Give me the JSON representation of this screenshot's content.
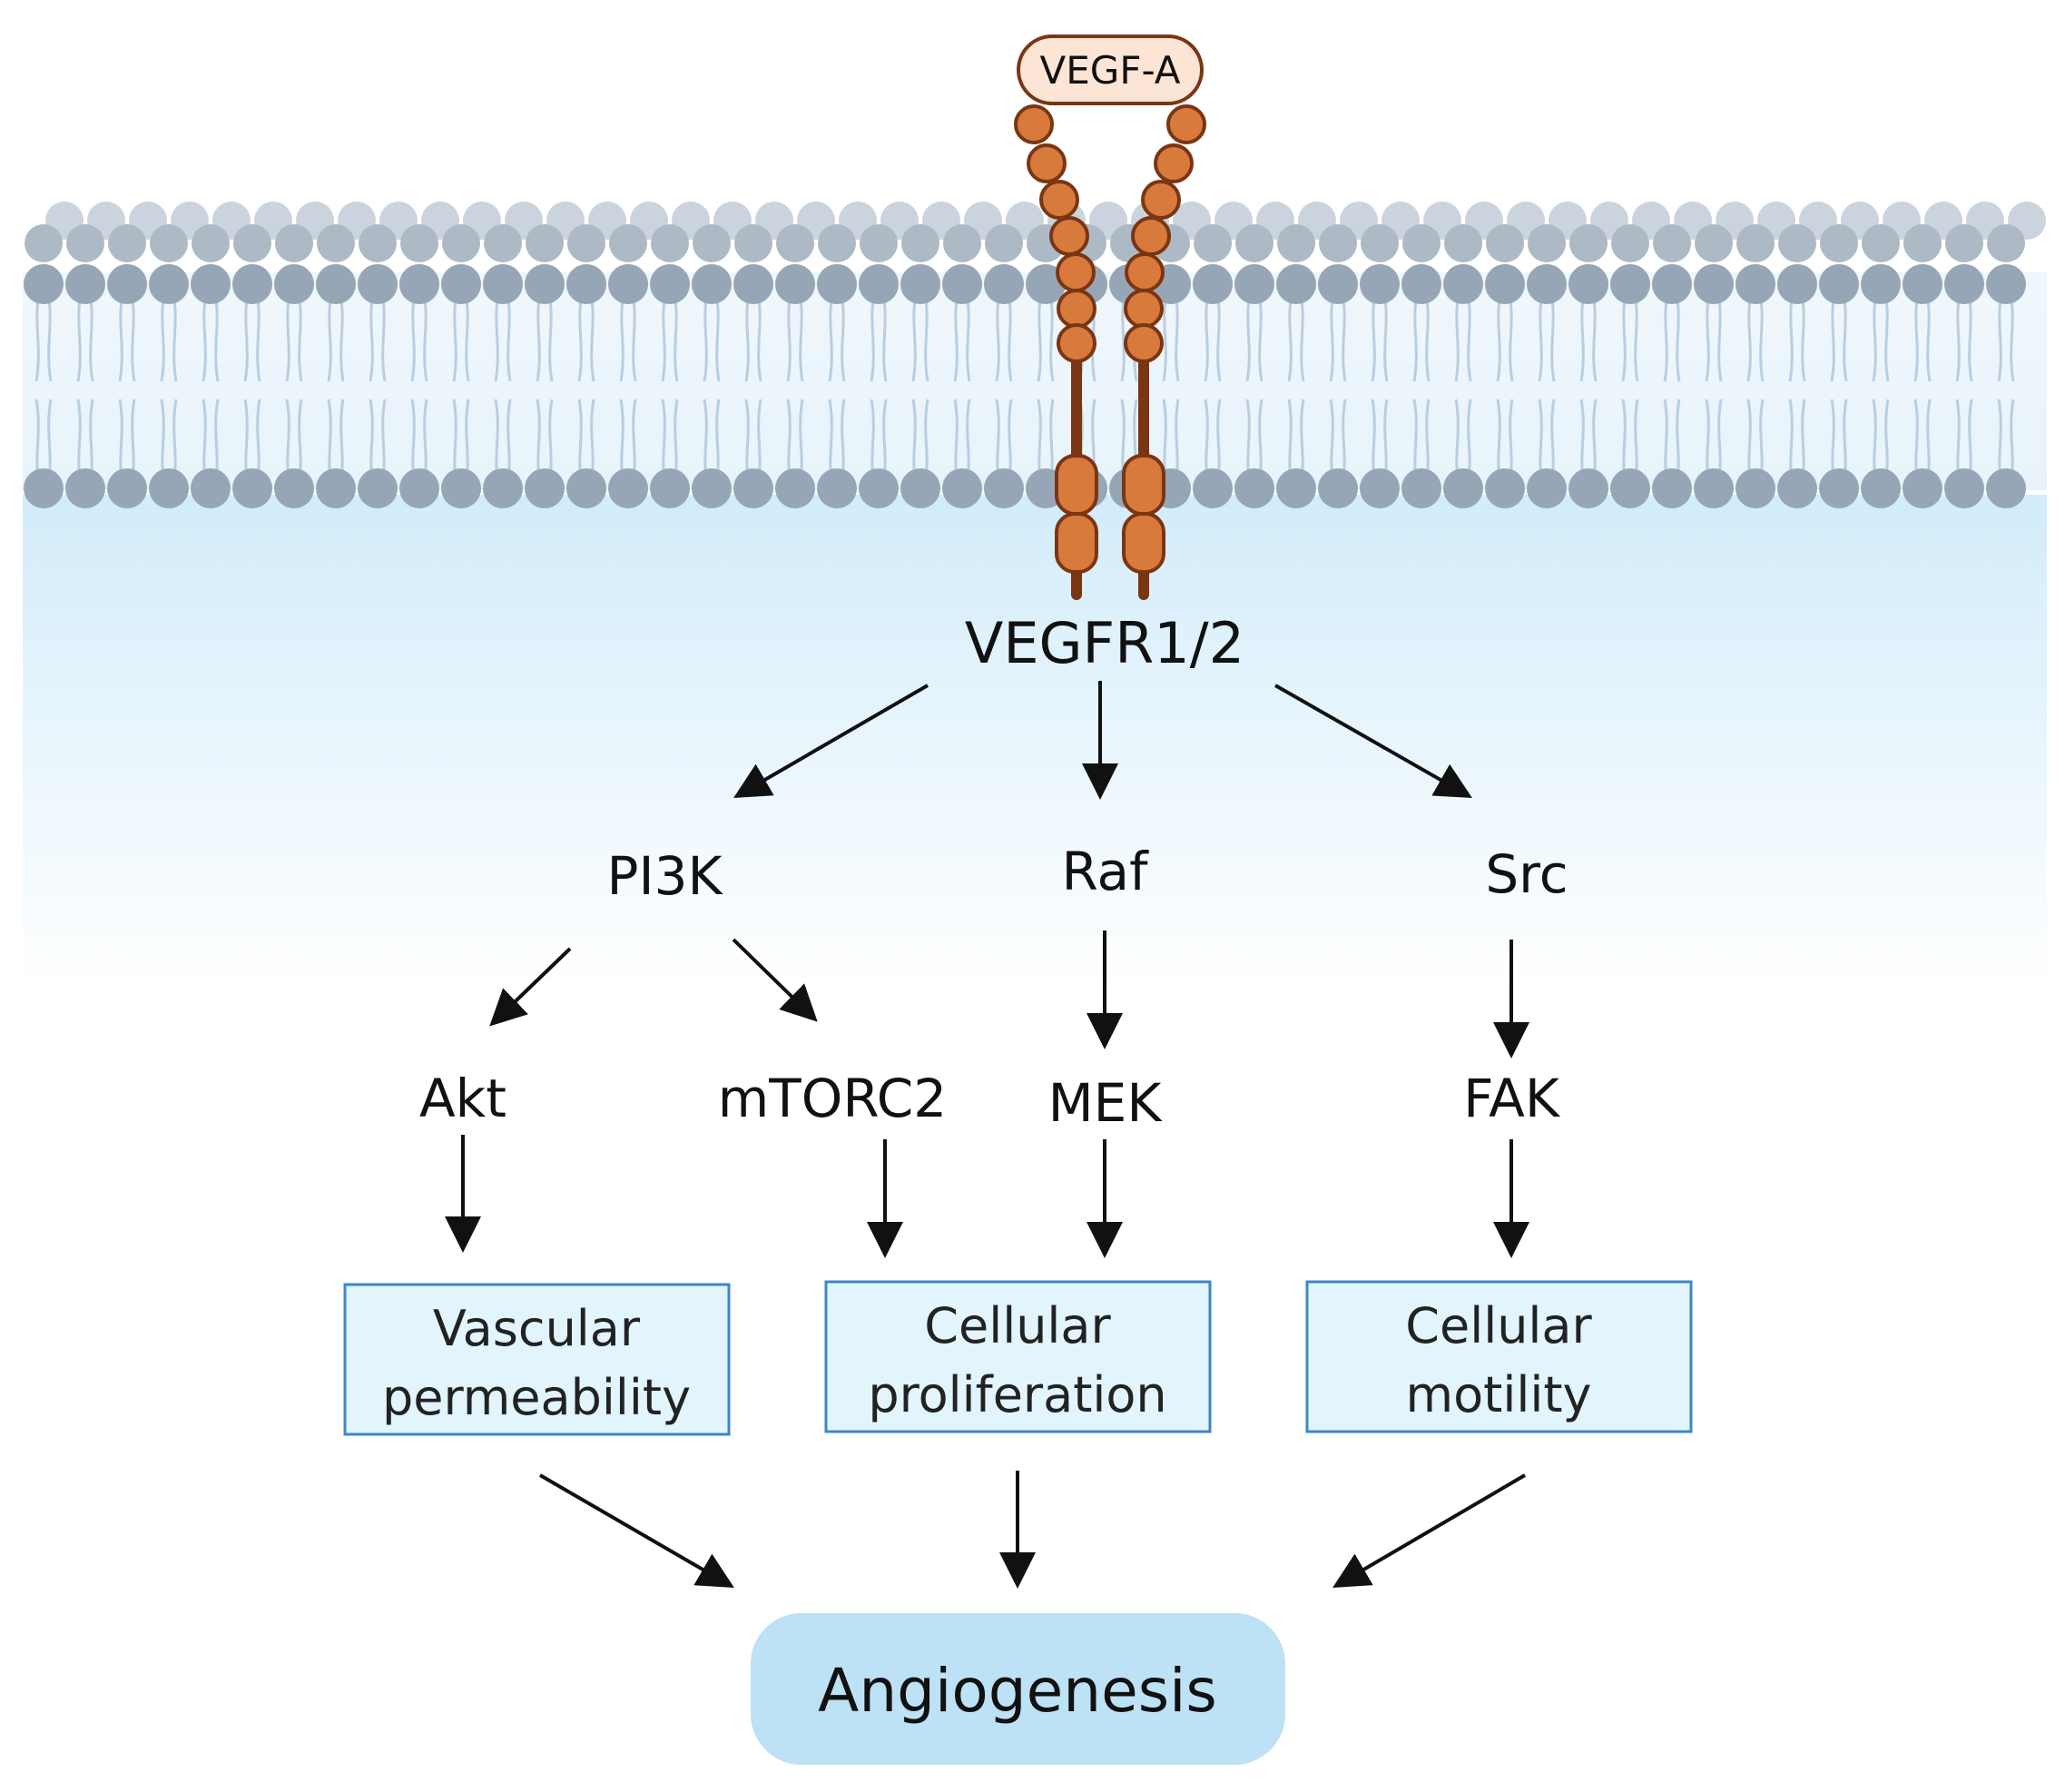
{
  "ligand": {
    "label": "VEGF-A"
  },
  "receptor": {
    "label": "VEGFR1/2"
  },
  "pathways": {
    "pi3k": "PI3K",
    "raf": "Raf",
    "src": "Src",
    "akt": "Akt",
    "mtorc2": "mTORC2",
    "mek": "MEK",
    "fak": "FAK"
  },
  "outcomes": {
    "vascular": {
      "line1": "Vascular",
      "line2": "permeability"
    },
    "proliferation": {
      "line1": "Cellular",
      "line2": "proliferation"
    },
    "motility": {
      "line1": "Cellular",
      "line2": "motility"
    }
  },
  "result": {
    "label": "Angiogenesis"
  },
  "colors": {
    "receptor_fill": "#d87a3c",
    "receptor_stroke": "#7a3513",
    "ligand_fill": "#fde5d6",
    "membrane_head": "#97a6b6",
    "cytoplasm_top": "#d5eefb",
    "box_fill": "#e2f5fd",
    "box_stroke": "#3f86c6",
    "result_fill": "#bde2f6",
    "arrow": "#111111"
  }
}
